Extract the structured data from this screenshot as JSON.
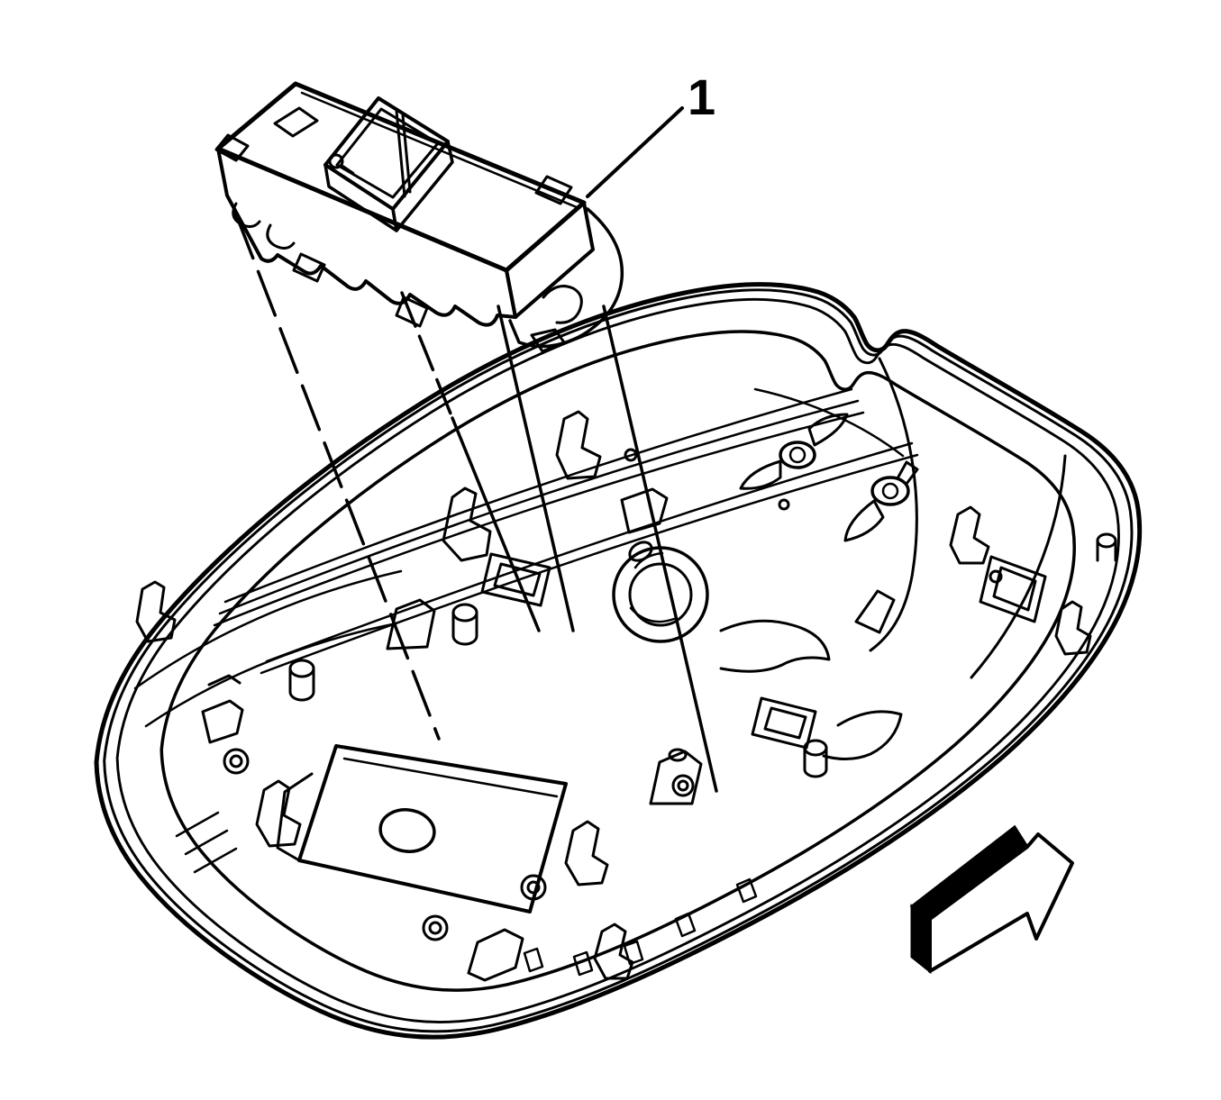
{
  "figure": {
    "type": "exploded-view-line-diagram",
    "callout": {
      "number": "1"
    },
    "colors": {
      "line": "#000000",
      "background": "#ffffff"
    },
    "icons": {
      "arrow": "direction-arrow-icon"
    },
    "parts": {
      "module": "module-with-connector (item 1)",
      "housing": "oval-console-housing-interior"
    }
  }
}
